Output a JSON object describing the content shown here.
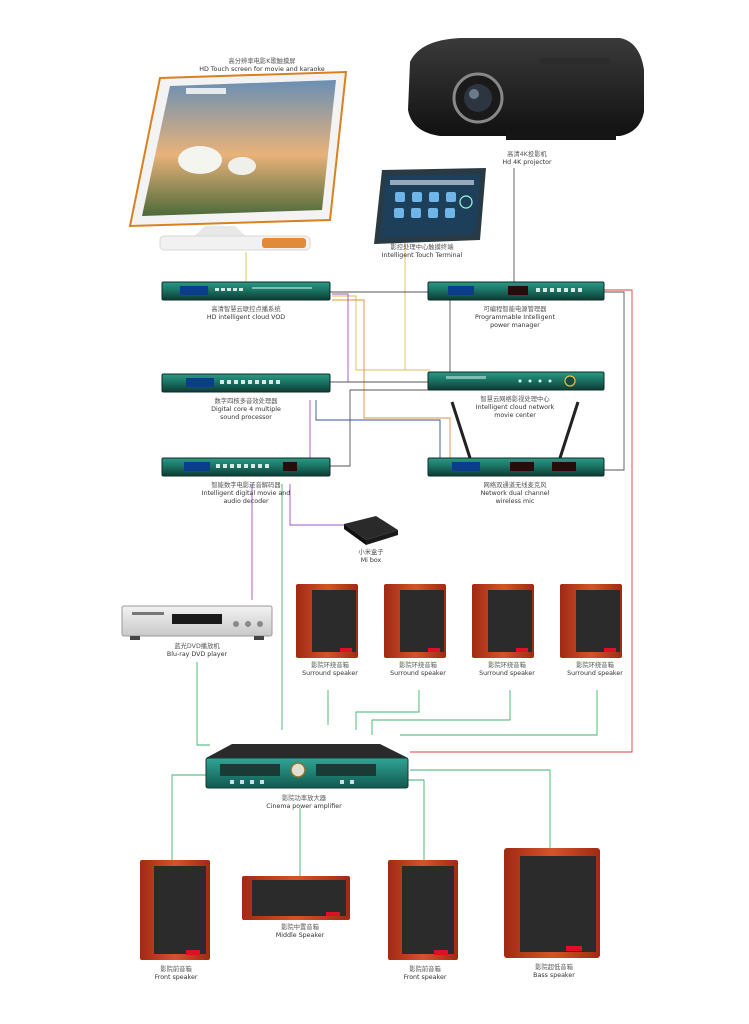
{
  "devices": {
    "touch_screen": {
      "zh": "高分辨率电影K歌触摸屏",
      "en": "HD Touch screen for movie and karaoke"
    },
    "projector": {
      "zh": "高清4K投影机",
      "en": "Hd 4K projector"
    },
    "touch_terminal": {
      "zh": "影控处理中心触摸终端",
      "en": "Intelligent Touch Terminal"
    },
    "vod": {
      "zh": "高清智慧云联控点播系统",
      "en": "HD intelligent cloud VOD"
    },
    "power_manager": {
      "zh": "可编程智能电源管理器",
      "en": "Programmable Intelligent",
      "en2": "power manager"
    },
    "sound_processor": {
      "zh": "数字四核多音效处理器",
      "en": "Digital core 4 multiple",
      "en2": "sound processor"
    },
    "movie_center": {
      "zh": "智慧云网络影视处理中心",
      "en": "Intelligent cloud network",
      "en2": "movie center"
    },
    "decoder": {
      "zh": "智能数字电影还音解码器",
      "en": "Intelligent digital movie and",
      "en2": "audio decoder"
    },
    "wireless_mic": {
      "zh": "网络双通道无线麦克风",
      "en": "Network dual channel",
      "en2": "wireless mic"
    },
    "mi_box": {
      "zh": "小米盒子",
      "en": "Mi box"
    },
    "bluray": {
      "zh": "蓝光DVD播放机",
      "en": "Blu-ray DVD player"
    },
    "surround": [
      {
        "zh": "影院环绕音箱",
        "en": "Surround speaker"
      },
      {
        "zh": "影院环绕音箱",
        "en": "Surround speaker"
      },
      {
        "zh": "影院环绕音箱",
        "en": "Surround speaker"
      },
      {
        "zh": "影院环绕音箱",
        "en": "Surround speaker"
      }
    ],
    "amplifier": {
      "zh": "影院功率放大器",
      "en": "Cinema power amplifier"
    },
    "front_left": {
      "zh": "影院前音箱",
      "en": "Front speaker"
    },
    "middle": {
      "zh": "影院中置音箱",
      "en": "Middle Speaker"
    },
    "front_right": {
      "zh": "影院前音箱",
      "en": "Front speaker"
    },
    "bass": {
      "zh": "影院超低音箱",
      "en": "Bass speaker"
    }
  },
  "colors": {
    "rack_green": "#1f7f6e",
    "rack_dark": "#0d3b33",
    "speaker_wood": "#c0391f",
    "speaker_grille": "#2b2b2b",
    "line_green": "#3db36b",
    "line_yellow": "#d8c24a",
    "line_red": "#e0403a",
    "line_purple": "#a050c0",
    "line_gray": "#555555",
    "line_orange": "#e0903a",
    "line_blue": "#3050a0"
  }
}
